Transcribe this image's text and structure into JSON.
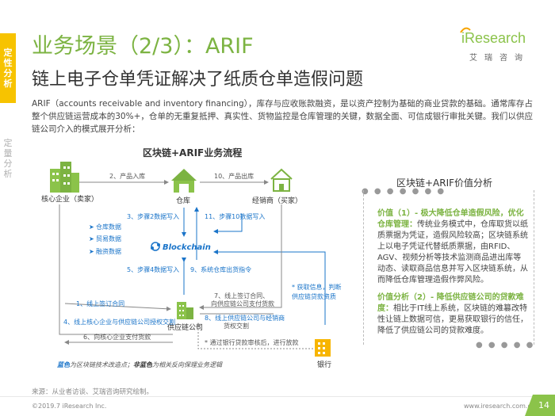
{
  "tabs": {
    "active": [
      "定",
      "性",
      "分",
      "析"
    ],
    "inactive": [
      "定",
      "量",
      "分",
      "析"
    ]
  },
  "title": "业务场景（2/3）：ARIF",
  "subtitle": "链上电子仓单凭证解决了纸质仓单造假问题",
  "logo": {
    "word": "iResearch",
    "cn": "艾瑞咨询"
  },
  "intro": "ARIF（accounts receivable and inventory financing），库存与应收账款融资，是以资产控制为基础的商业贷款的基础。通常库存占整个供应链运营成本的30%+，仓单的无重复抵押、真实性、货物监控是仓库管理的关键，数据全面、可信成银行审批关键。我们以供应链公司介入的模式展开分析：",
  "diagram": {
    "title": "区块链+ARIF业务流程",
    "nodes": {
      "core": "核心企业（卖家）",
      "warehouse": "仓库",
      "dealer": "经销商（买家）",
      "scm": "供应链公司",
      "bank": "银行",
      "blockchain": "Blockchain"
    },
    "data_items": [
      "仓库数据",
      "贸易数据",
      "融资数据"
    ],
    "steps": {
      "s2": "2、产品入库",
      "s10": "10、产品出库",
      "s3": "3、步骤2数据写入",
      "s11": "11、步骤10数据写入",
      "s5": "5、步骤4数据写入",
      "s9": "9、系统仓库出货指令",
      "s1": "1、线上签订合同",
      "s4a": "4、线上核心企业与供应链公司授权交割",
      "s6": "6、向核心企业支付货款",
      "s7a": "7、线上签订合同、",
      "s7b": "向供应链公司支付货款",
      "s8a": "8、线上供应链公司与经销商",
      "s8b": "货权交割",
      "loan": "* 通过银行贷款审核后，进行放款",
      "fetch_a": "* 获取信息，判断",
      "fetch_b": "供应链贷款资质"
    }
  },
  "value_analysis": {
    "title": "区块链+ARIF价值分析",
    "v1_head": "价值（1）- 极大降低仓单造假风险，优化仓库管理：",
    "v1_body": "传统业务模式中，仓库取货以纸质票据为凭证，造假风险较高；区块链系统上以电子凭证代替纸质票据，由RFID、AGV、视频分析等技术监测商品进出库等动态、读取商品信息并写入区块链系统，从而降低仓库管理造假作弊风险。",
    "v2_head": "价值分析（2）- 降低供应链公司的贷款难度：",
    "v2_body": "相比于IT线上系统，区块链的难篡改特性让链上数据可信，更易获取银行的信任，降低了供应链公司的贷款难度。"
  },
  "legend": {
    "blue_word": "蓝色",
    "blue_rest": "为区块链技术改造点；",
    "dark_word": "非蓝色",
    "dark_rest": "为相关反向保理业务逻辑"
  },
  "source": "来源：从业者访谈、艾瑞咨询研究绘制。",
  "copyright": "©2019.7 iResearch Inc.",
  "website": "www.iresearch.com.cn",
  "page_number": "14",
  "colors": {
    "accent_green": "#7cb342",
    "tab_yellow": "#f7c300",
    "blockchain_blue": "#1a74c9"
  }
}
